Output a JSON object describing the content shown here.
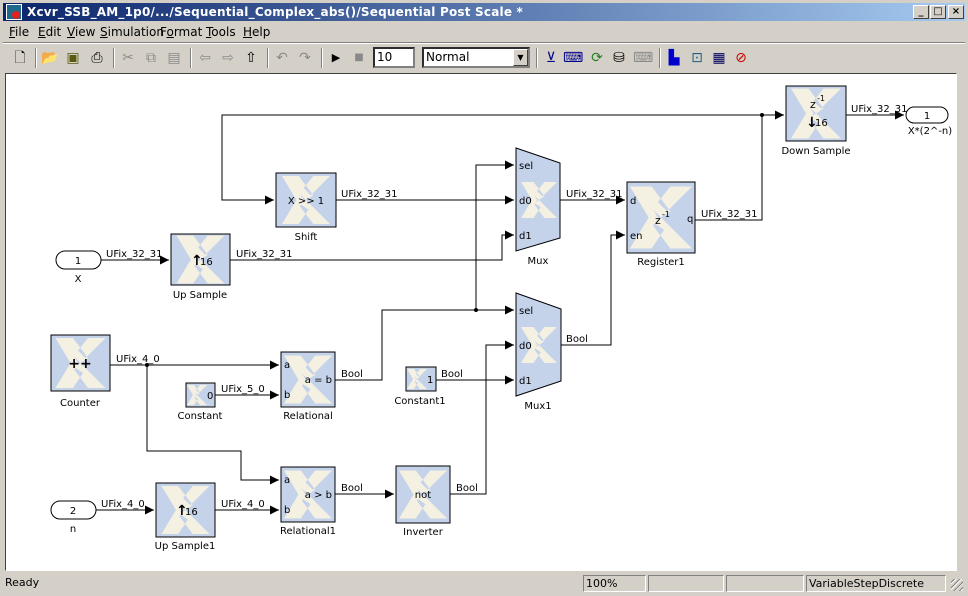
{
  "window": {
    "title": "Xcvr_SSB_AM_1p0/.../Sequential_Complex_abs()/Sequential Post Scale *",
    "controls": [
      "minimize",
      "maximize",
      "close"
    ]
  },
  "menu": {
    "items": [
      {
        "label": "File",
        "accel": "F"
      },
      {
        "label": "Edit",
        "accel": "E"
      },
      {
        "label": "View",
        "accel": "V"
      },
      {
        "label": "Simulation",
        "accel": "S"
      },
      {
        "label": "Format",
        "accel": "o"
      },
      {
        "label": "Tools",
        "accel": "T"
      },
      {
        "label": "Help",
        "accel": "H"
      }
    ]
  },
  "toolbar": {
    "new_icon": "new-document-icon",
    "open_icon": "open-folder-icon",
    "save_icon": "save-icon",
    "print_icon": "print-icon",
    "cut_icon": "cut-icon",
    "copy_icon": "copy-icon",
    "paste_icon": "paste-icon",
    "back_icon": "back-arrow-icon",
    "forward_icon": "forward-arrow-icon",
    "up_icon": "up-arrow-icon",
    "undo_icon": "undo-icon",
    "redo_icon": "redo-icon",
    "start_icon": "play-icon",
    "stop_icon": "stop-icon",
    "stop_time": "10",
    "sim_mode": "Normal",
    "right_icons": [
      "build-icon",
      "library-browser-icon",
      "update-diagram-icon",
      "model-explorer-icon",
      "incremental-build-icon",
      "signal-icon",
      "debugger-icon",
      "model-browser-icon",
      "no-breakpoint-icon"
    ]
  },
  "diagram": {
    "blocks": {
      "inport_x": {
        "value": "1",
        "label": "X"
      },
      "inport_n": {
        "value": "2",
        "label": "n"
      },
      "outport": {
        "value": "1",
        "label": "X*(2^-n)"
      },
      "up_sample": {
        "text": "16",
        "label": "Up Sample"
      },
      "up_sample1": {
        "text": "16",
        "label": "Up Sample1"
      },
      "shift": {
        "text": "X >> 1",
        "label": "Shift"
      },
      "counter": {
        "label": "Counter"
      },
      "constant": {
        "text": "0",
        "label": "Constant"
      },
      "constant1": {
        "text": "1",
        "label": "Constant1"
      },
      "relational": {
        "text": "a = b",
        "label": "Relational",
        "ports": [
          "a",
          "b"
        ]
      },
      "relational1": {
        "text": "a > b",
        "label": "Relational1",
        "ports": [
          "a",
          "b"
        ]
      },
      "inverter": {
        "text": "not",
        "label": "Inverter"
      },
      "mux": {
        "label": "Mux",
        "ports": [
          "sel",
          "d0",
          "d1"
        ]
      },
      "mux1": {
        "label": "Mux1",
        "ports": [
          "sel",
          "d0",
          "d1"
        ]
      },
      "register1": {
        "text": "z",
        "exp": "-1",
        "label": "Register1",
        "ports": [
          "d",
          "en"
        ],
        "out": "q"
      },
      "down_sample": {
        "text": "z",
        "exp": "-1",
        "rate": "16",
        "label": "Down Sample"
      }
    },
    "signals": {
      "x_in": "UFix_32_31",
      "upsample_out": "UFix_32_31",
      "shift_out": "UFix_32_31",
      "mux_out": "UFix_32_31",
      "register_out": "UFix_32_31",
      "downsample_out": "UFix_32_31",
      "counter_out": "UFix_4_0",
      "constant_out": "UFix_5_0",
      "relational_out": "Bool",
      "constant1_out": "Bool",
      "mux1_out": "Bool",
      "n_in": "UFix_4_0",
      "upsample1_out": "UFix_4_0",
      "relational1_out": "Bool",
      "inverter_out": "Bool"
    }
  },
  "status": {
    "message": "Ready",
    "zoom": "100%",
    "field2": "",
    "field3": "",
    "solver": "VariableStepDiscrete"
  }
}
